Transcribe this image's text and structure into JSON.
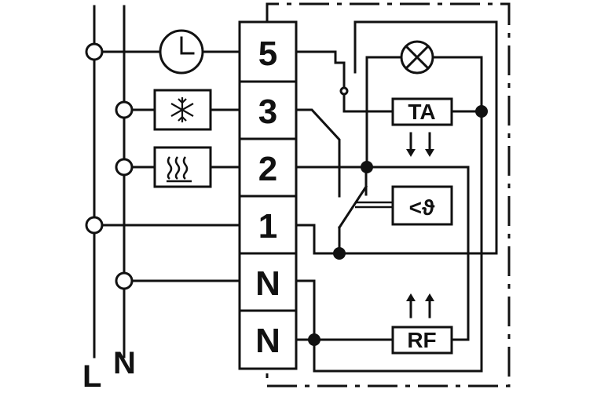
{
  "rails": {
    "line": "L",
    "neutral": "N"
  },
  "terminals": [
    "5",
    "3",
    "2",
    "1",
    "N",
    "N"
  ],
  "components": {
    "timer": "clock-icon",
    "cooling": "snowflake-icon",
    "heating": "heat-waves-icon",
    "lamp": "lamp-icon",
    "thermal_accelerator": "TA",
    "temperature_sensor": "<ϑ",
    "remote_function": "RF"
  }
}
